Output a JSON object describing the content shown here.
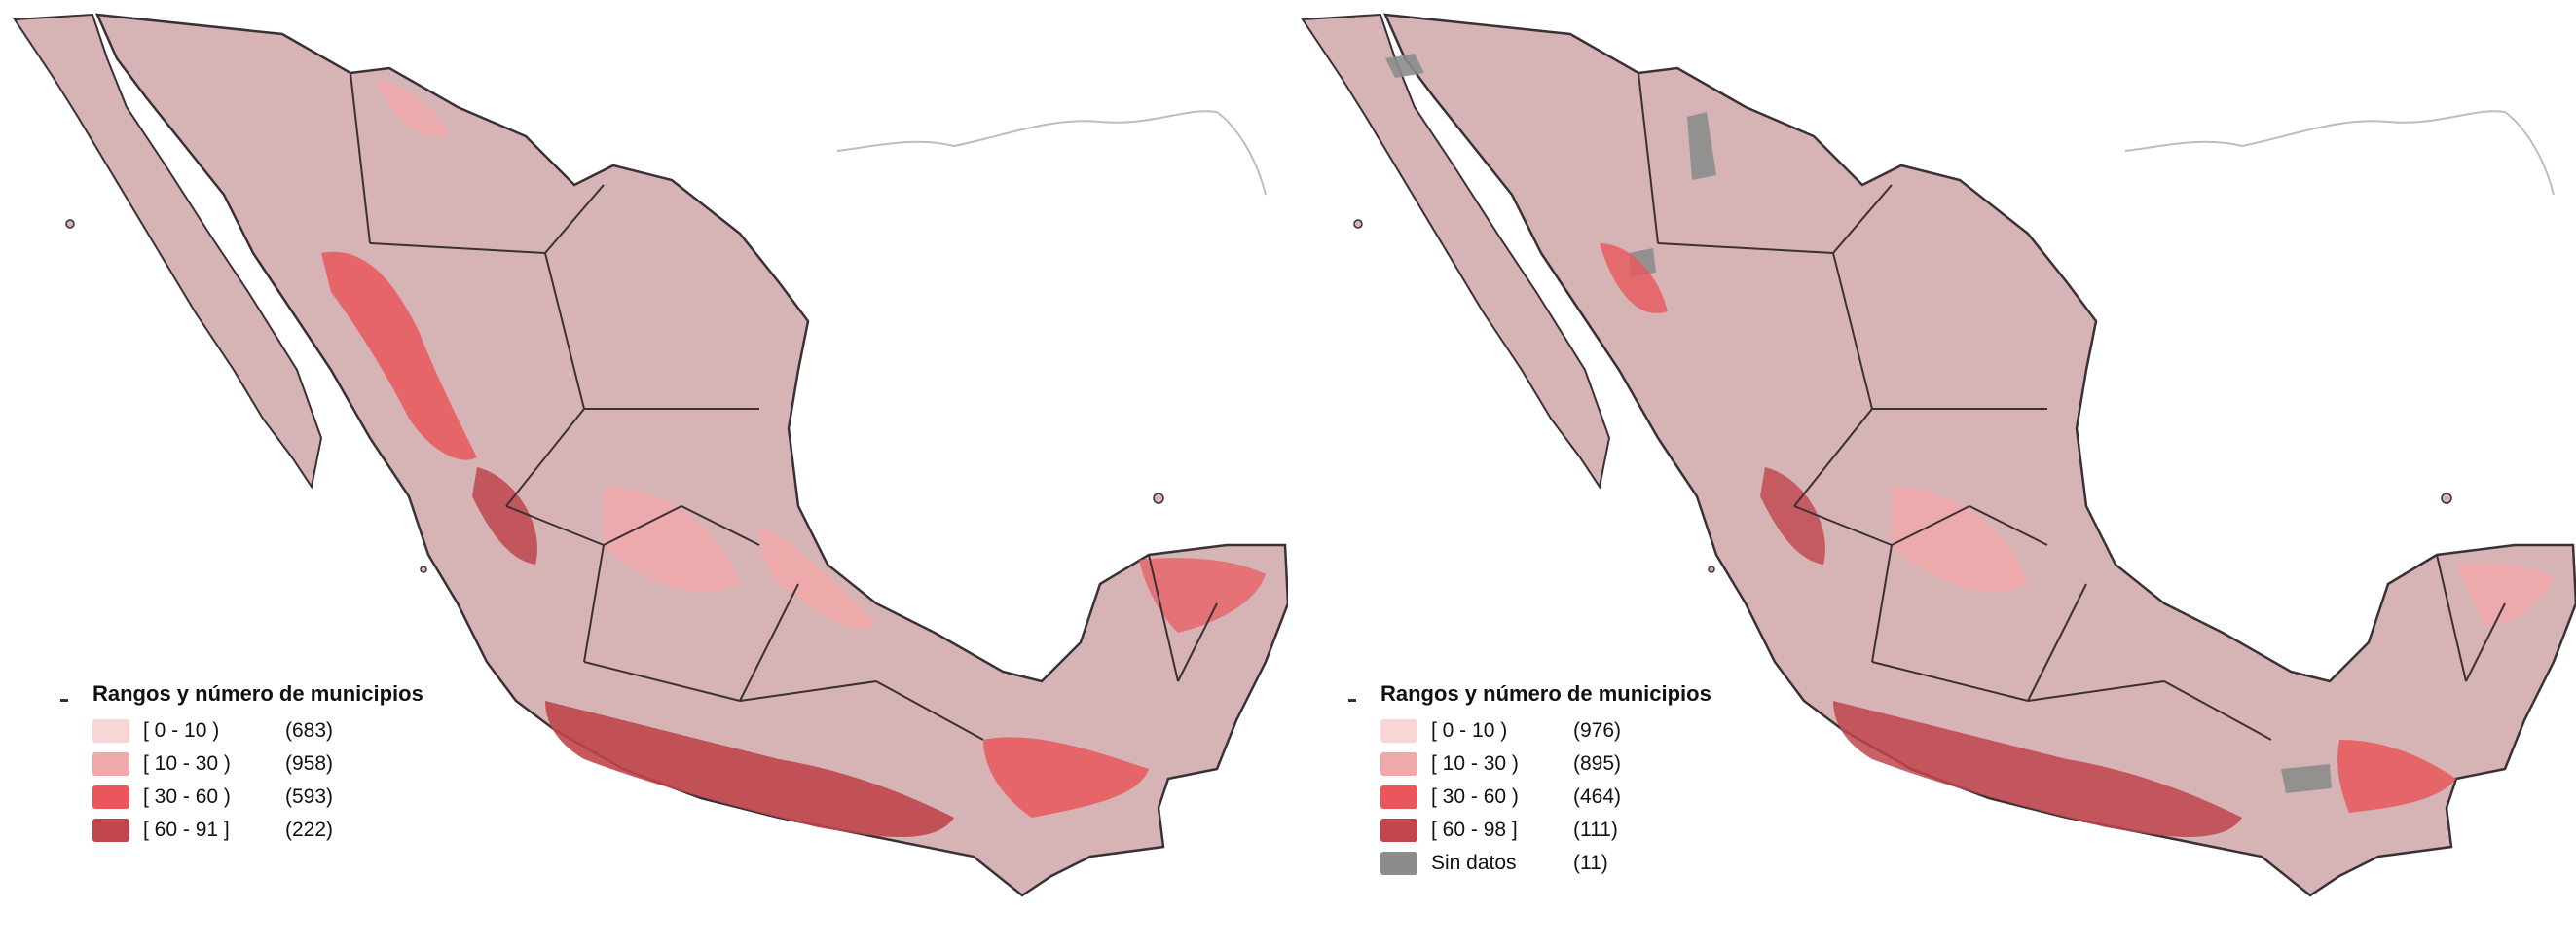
{
  "colors": {
    "ocean": "#ffffff",
    "land_base": "#d6b3b5",
    "land_shade": "#c7a1a4",
    "border": "#3a3035",
    "coast_gray": "#bdbdbd",
    "r1": "#f8d6d7",
    "r2": "#f1a8aa",
    "r3": "#e9575c",
    "r4": "#c0454c",
    "nodata": "#8c8c8c"
  },
  "maps": [
    {
      "legend": {
        "title": "Rangos y número de municipios",
        "items": [
          {
            "range": "[  0 - 10 )",
            "count": "(683)",
            "color": "#f8d6d7"
          },
          {
            "range": "[ 10 - 30 )",
            "count": "(958)",
            "color": "#f1a8aa"
          },
          {
            "range": "[ 30 - 60 )",
            "count": "(593)",
            "color": "#e9575c"
          },
          {
            "range": "[ 60 - 91 ]",
            "count": "(222)",
            "color": "#c0454c"
          }
        ]
      }
    },
    {
      "legend": {
        "title": "Rangos y número de municipios",
        "items": [
          {
            "range": "[  0 - 10 )",
            "count": "(976)",
            "color": "#f8d6d7"
          },
          {
            "range": "[ 10 - 30 )",
            "count": "(895)",
            "color": "#f1a8aa"
          },
          {
            "range": "[ 30 - 60 )",
            "count": "(464)",
            "color": "#e9575c"
          },
          {
            "range": "[ 60 - 98 ]",
            "count": "(111)",
            "color": "#c0454c"
          },
          {
            "range": "Sin datos",
            "count": "(11)",
            "color": "#8c8c8c"
          }
        ]
      }
    }
  ]
}
